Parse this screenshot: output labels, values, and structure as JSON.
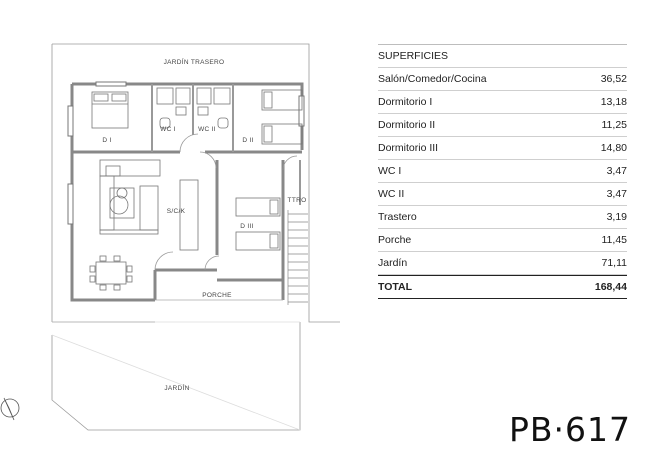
{
  "plan": {
    "labels": {
      "jardin_trasero": "JARDÍN TRASERO",
      "d1": "D I",
      "wc1": "WC I",
      "wc2": "WC II",
      "d2": "D II",
      "sck": "S/C/K",
      "ttro": "TTRO",
      "d3": "D III",
      "porche": "PORCHE",
      "jardin": "JARDÍN"
    }
  },
  "table": {
    "header": "SUPERFICIES",
    "rows": [
      {
        "name": "Salón/Comedor/Cocina",
        "value": "36,52"
      },
      {
        "name": "Dormitorio I",
        "value": "13,18"
      },
      {
        "name": "Dormitorio II",
        "value": "11,25"
      },
      {
        "name": "Dormitorio III",
        "value": "14,80"
      },
      {
        "name": "WC I",
        "value": "3,47"
      },
      {
        "name": "WC II",
        "value": "3,47"
      },
      {
        "name": "Trastero",
        "value": "3,19"
      },
      {
        "name": "Porche",
        "value": "11,45"
      },
      {
        "name": "Jardín",
        "value": "71,11"
      }
    ],
    "total_label": "TOTAL",
    "total_value": "168,44"
  },
  "code": "PB·617"
}
